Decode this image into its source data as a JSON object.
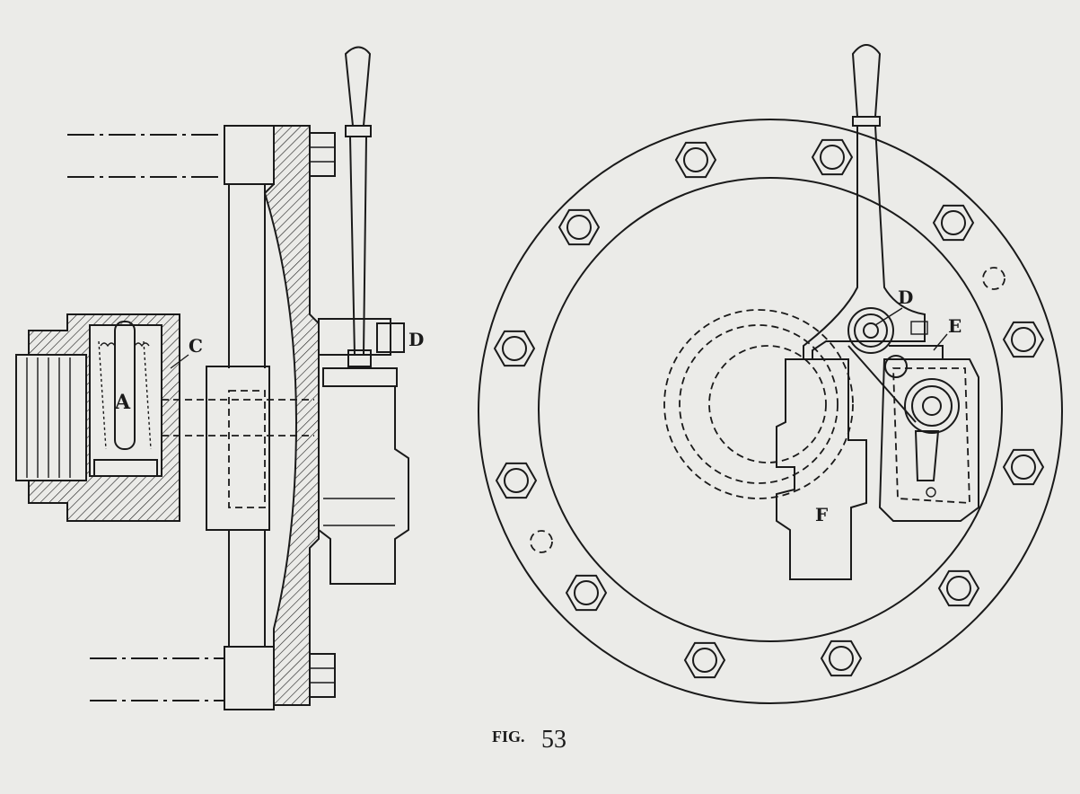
{
  "figure": {
    "caption_prefix": "FIG.",
    "caption_number": "53",
    "side_view_labels": {
      "a": "A",
      "c": "C",
      "d": "D"
    },
    "front_view_labels": {
      "d": "D",
      "e": "E",
      "f": "F"
    }
  },
  "colors": {
    "paper": "#ebebe8",
    "ink": "#1a1a1a"
  }
}
